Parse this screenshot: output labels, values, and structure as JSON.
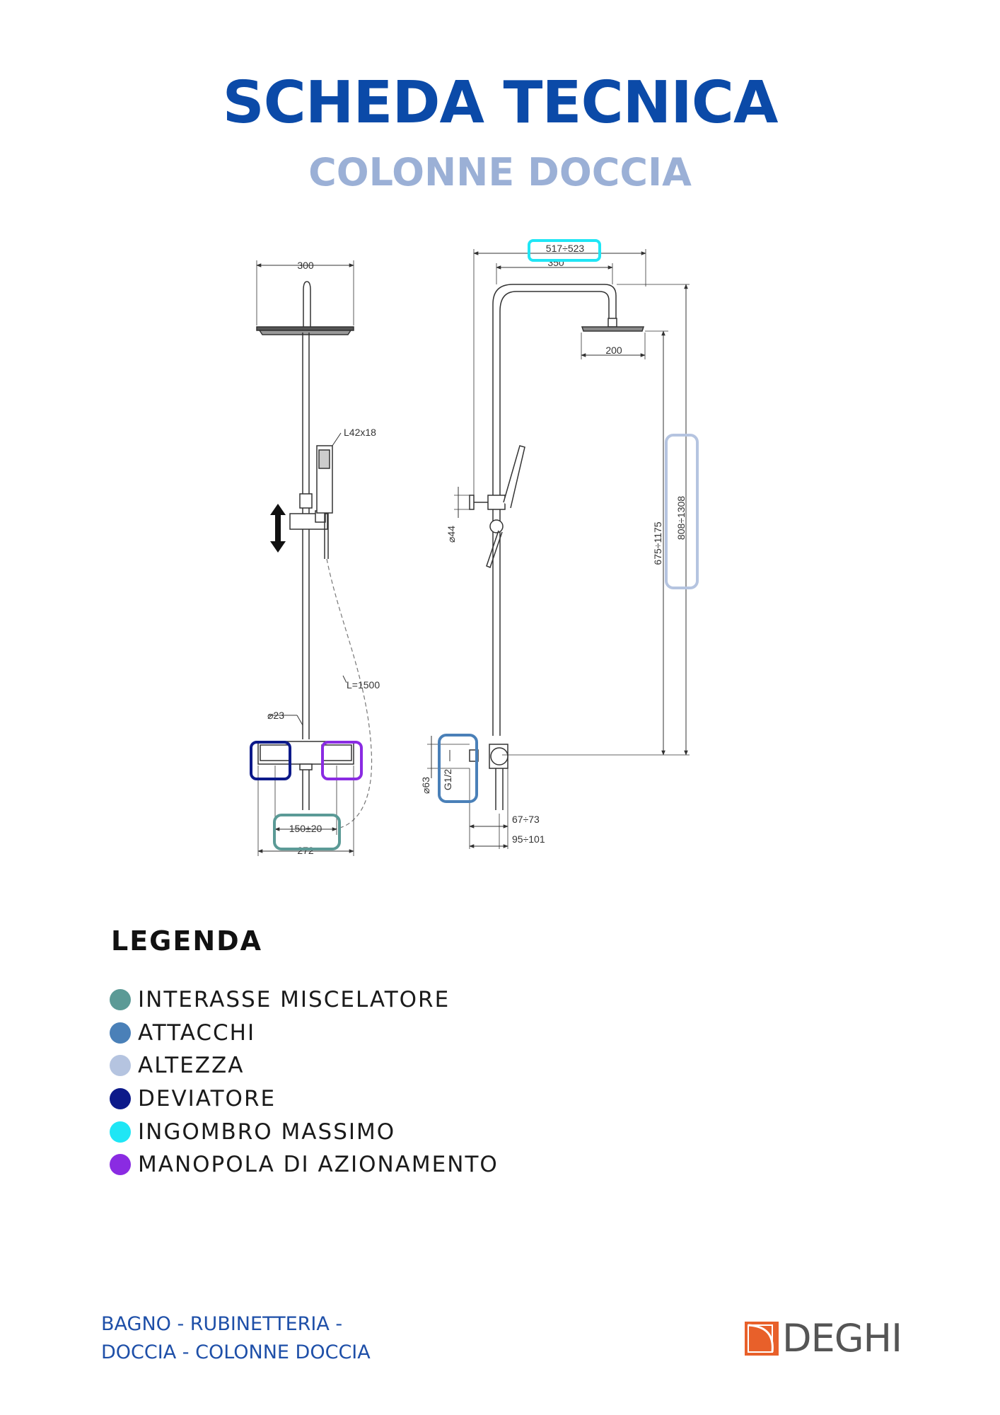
{
  "header": {
    "title": "SCHEDA TECNICA",
    "subtitle": "COLONNE DOCCIA"
  },
  "colors": {
    "title": "#0b4aa8",
    "subtitle": "#9bb0d6",
    "interasse": "#5b9a96",
    "attacchi": "#4a80b8",
    "altezza": "#b5c4e0",
    "deviatore": "#0d1a8a",
    "ingombro": "#1fe6f5",
    "manopola": "#8a2be2",
    "footer": "#1e4fa8",
    "logo_accent": "#e8602a"
  },
  "drawing": {
    "front": {
      "head_width": "300",
      "handshower": "L42x18",
      "pipe_diameter": "⌀23",
      "hose_length": "L=1500",
      "mixer_centre": "150±20",
      "total_width": "272"
    },
    "side": {
      "max_reach": "517÷523",
      "arm_length": "350",
      "head_side": "200",
      "height_a": "675÷1175",
      "height_b": "808÷1308",
      "holder_diameter": "⌀44",
      "mixer_diameter": "⌀63",
      "connection": "G1/2",
      "depth_a": "67÷73",
      "depth_b": "95÷101"
    }
  },
  "legend": {
    "title": "LEGENDA",
    "items": [
      {
        "label": "INTERASSE MISCELATORE"
      },
      {
        "label": "ATTACCHI"
      },
      {
        "label": "ALTEZZA"
      },
      {
        "label": "DEVIATORE"
      },
      {
        "label": "INGOMBRO MASSIMO"
      },
      {
        "label": "MANOPOLA DI AZIONAMENTO"
      }
    ]
  },
  "footer": {
    "line1": "BAGNO - RUBINETTERIA -",
    "line2": "DOCCIA - COLONNE DOCCIA"
  },
  "logo": {
    "text": "DEGHI"
  }
}
